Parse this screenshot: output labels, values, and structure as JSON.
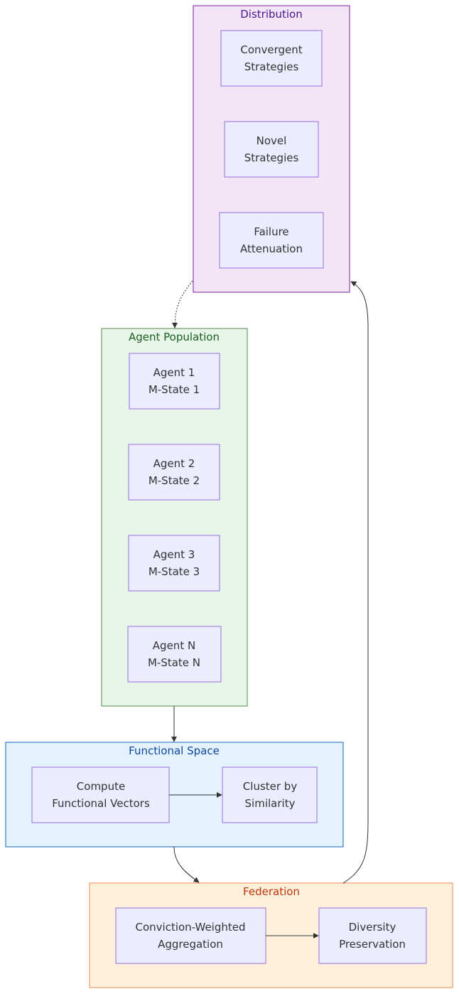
{
  "colors": {
    "node_fill": "#ECECFF",
    "node_stroke": "#9370DB",
    "edge": "#333333",
    "distribution": {
      "fill": "#F3E5F5",
      "stroke": "#7B1FA2",
      "title": "#4A148C"
    },
    "agent_population": {
      "fill": "#E8F5E9",
      "stroke": "#4C8C4A",
      "title": "#1B5E20"
    },
    "functional_space": {
      "fill": "#E3F2FD",
      "stroke": "#1565C0",
      "title": "#0D47A1"
    },
    "federation": {
      "fill": "#FFF0DC",
      "stroke": "#E65100",
      "title": "#BF360C"
    }
  },
  "clusters": {
    "distribution": {
      "title": "Distribution",
      "nodes": [
        {
          "line1": "Convergent",
          "line2": "Strategies"
        },
        {
          "line1": "Novel",
          "line2": "Strategies"
        },
        {
          "line1": "Failure",
          "line2": "Attenuation"
        }
      ]
    },
    "agent_population": {
      "title": "Agent Population",
      "nodes": [
        {
          "line1": "Agent 1",
          "line2": "M-State 1"
        },
        {
          "line1": "Agent 2",
          "line2": "M-State 2"
        },
        {
          "line1": "Agent 3",
          "line2": "M-State 3"
        },
        {
          "line1": "Agent N",
          "line2": "M-State N"
        }
      ]
    },
    "functional_space": {
      "title": "Functional Space",
      "nodes": [
        {
          "line1": "Compute",
          "line2": "Functional Vectors"
        },
        {
          "line1": "Cluster by",
          "line2": "Similarity"
        }
      ]
    },
    "federation": {
      "title": "Federation",
      "nodes": [
        {
          "line1": "Conviction-Weighted",
          "line2": "Aggregation"
        },
        {
          "line1": "Diversity",
          "line2": "Preservation"
        }
      ]
    }
  },
  "edges": [
    {
      "from": "Distribution",
      "to": "Agent Population",
      "style": "dotted"
    },
    {
      "from": "Agent Population",
      "to": "Functional Space",
      "style": "solid"
    },
    {
      "from": "Compute Functional Vectors",
      "to": "Cluster by Similarity",
      "style": "solid"
    },
    {
      "from": "Functional Space",
      "to": "Federation",
      "style": "solid"
    },
    {
      "from": "Conviction-Weighted Aggregation",
      "to": "Diversity Preservation",
      "style": "solid"
    },
    {
      "from": "Federation",
      "to": "Distribution",
      "style": "solid"
    }
  ]
}
